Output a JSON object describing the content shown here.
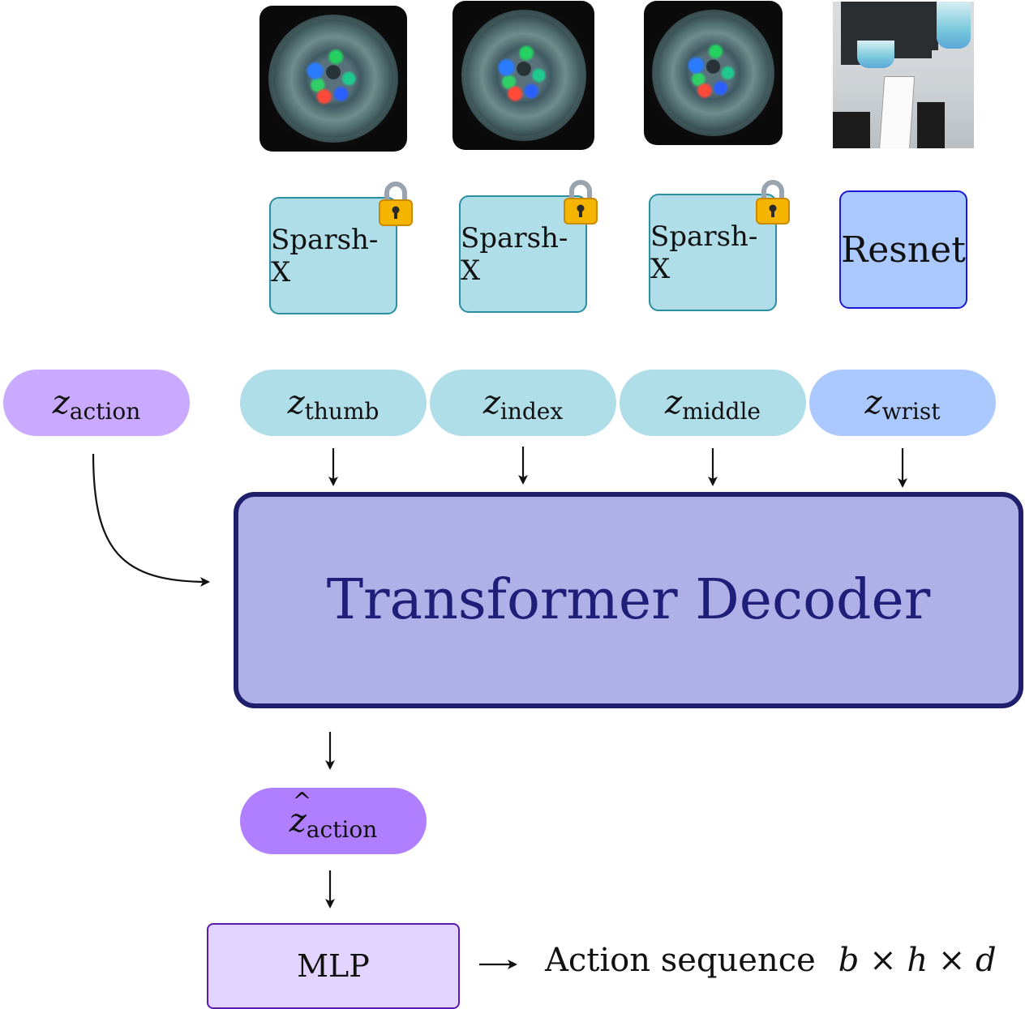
{
  "images": {
    "thumb": "tactile-thumb-image",
    "index": "tactile-index-image",
    "middle": "tactile-middle-image",
    "wrist": "wrist-camera-image"
  },
  "encoders": {
    "thumb": "Sparsh-X",
    "index": "Sparsh-X",
    "middle": "Sparsh-X",
    "wrist": "Resnet"
  },
  "tokens": {
    "action": {
      "z": "z",
      "sub": "action"
    },
    "thumb": {
      "z": "z",
      "sub": "thumb"
    },
    "index": {
      "z": "z",
      "sub": "index"
    },
    "middle": {
      "z": "z",
      "sub": "middle"
    },
    "wrist": {
      "z": "z",
      "sub": "wrist"
    },
    "pred_action": {
      "z": "z",
      "sub": "action"
    }
  },
  "decoder": {
    "label": "Transformer Decoder"
  },
  "mlp": {
    "label": "MLP"
  },
  "output": {
    "label": "Action sequence",
    "shape": "b × h × d"
  },
  "colors": {
    "sparsh_fill": "#b0dee8",
    "resnet_fill": "#acc9ff",
    "action_token": "#caaaff",
    "pred_token": "#b07fff",
    "decoder_fill": "#afb0e8",
    "decoder_border": "#1f1f6b",
    "mlp_fill": "#e3d4ff"
  },
  "icons": {
    "frozen": "lock-icon"
  }
}
